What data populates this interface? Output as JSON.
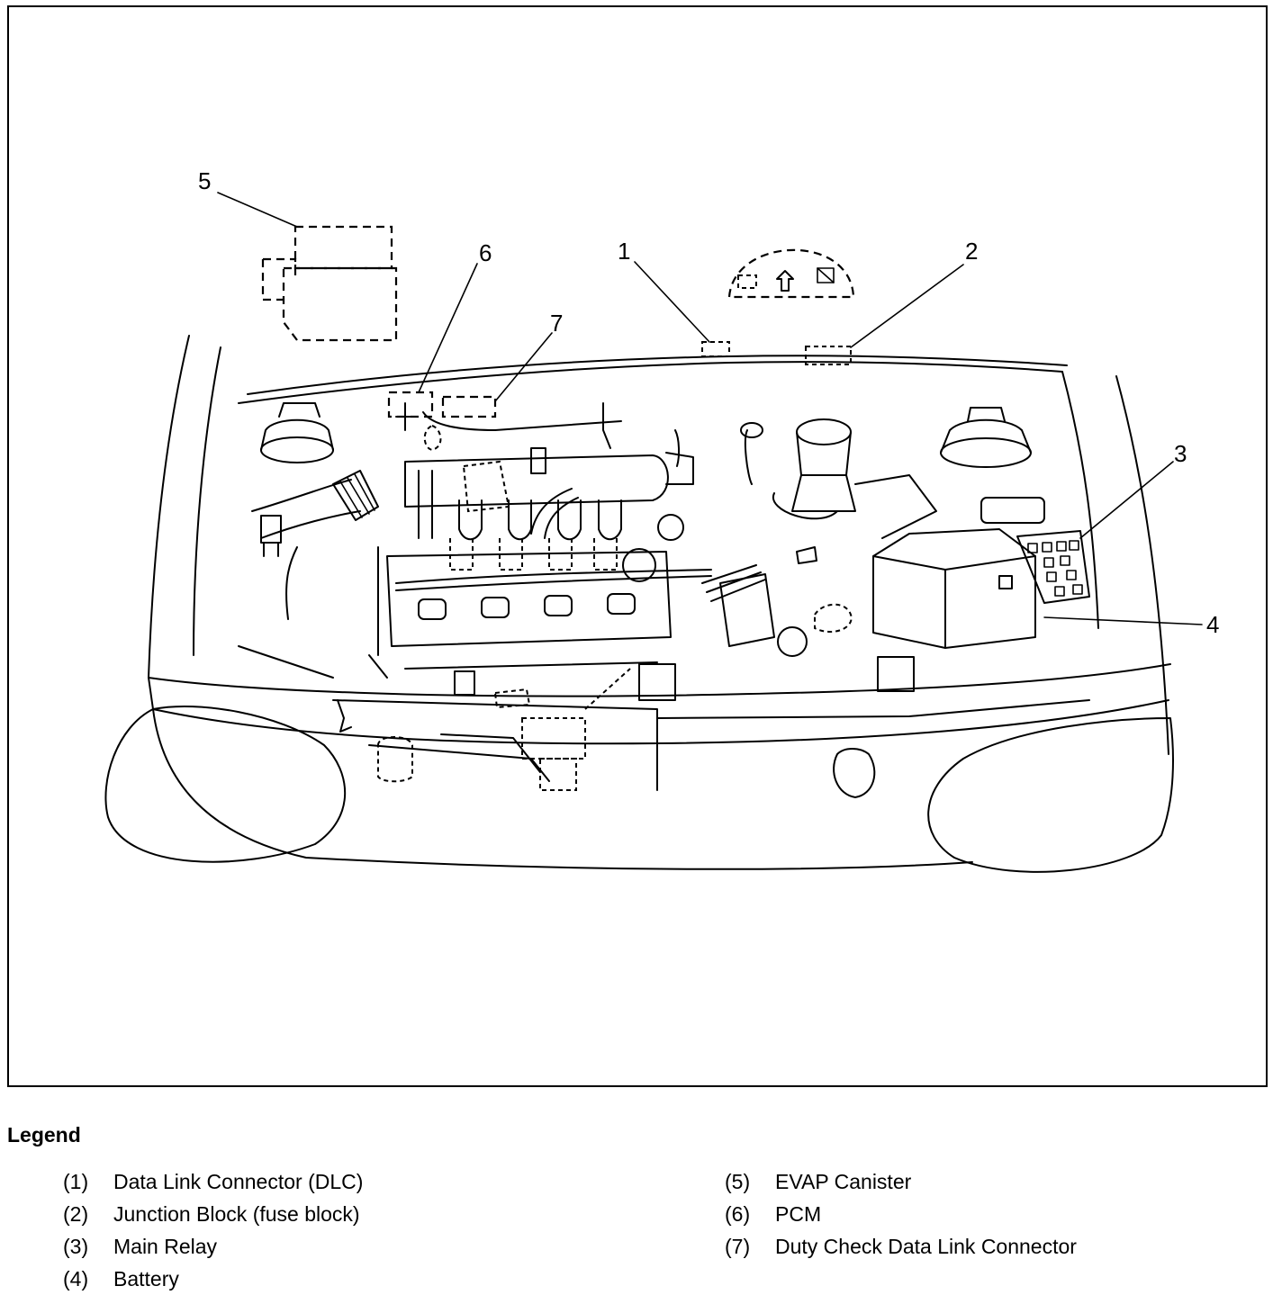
{
  "callouts": [
    "1",
    "2",
    "3",
    "4",
    "5",
    "6",
    "7"
  ],
  "legend": {
    "title": "Legend",
    "left": [
      {
        "num": "(1)",
        "text": "Data Link Connector (DLC)"
      },
      {
        "num": "(2)",
        "text": "Junction Block (fuse block)"
      },
      {
        "num": "(3)",
        "text": "Main Relay"
      },
      {
        "num": "(4)",
        "text": "Battery"
      }
    ],
    "right": [
      {
        "num": "(5)",
        "text": "EVAP Canister"
      },
      {
        "num": "(6)",
        "text": "PCM"
      },
      {
        "num": "(7)",
        "text": "Duty Check Data Link Connector"
      }
    ]
  }
}
